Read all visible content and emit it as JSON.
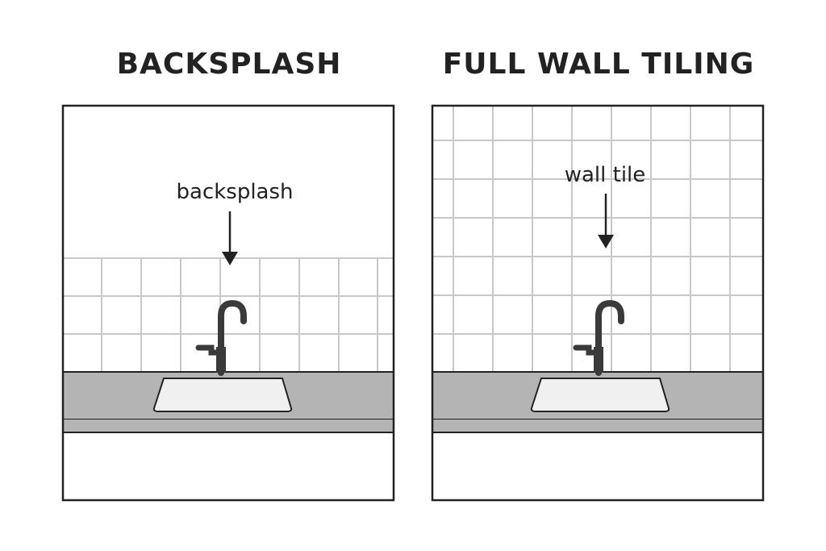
{
  "panels": [
    {
      "title": "BACKSPLASH",
      "callout": "backsplash",
      "tiling": "backsplash"
    },
    {
      "title": "FULL WALL TILING",
      "callout": "wall tile",
      "tiling": "full-wall"
    }
  ],
  "colors": {
    "outline": "#222222",
    "grout": "#c8c8c8",
    "countertop": "#b4b4b4",
    "sink": "#f0f0f0",
    "faucet": "#3a3a3a",
    "background": "#ffffff"
  }
}
